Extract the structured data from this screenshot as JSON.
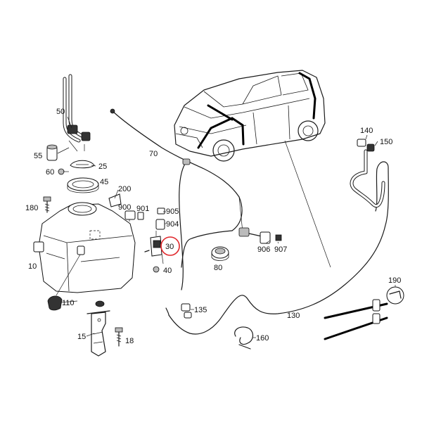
{
  "labels": {
    "p10": "10",
    "p15": "15",
    "p18": "18",
    "p25": "25",
    "p30": "30",
    "p40": "40",
    "p45": "45",
    "p50": "50",
    "p55": "55",
    "p60": "60",
    "p70": "70",
    "p80": "80",
    "p110": "110",
    "p130": "130",
    "p135": "135",
    "p140": "140",
    "p150": "150",
    "p160": "160",
    "p180": "180",
    "p190": "190",
    "p200": "200",
    "p900": "900",
    "p901": "901",
    "p904": "904",
    "p905": "905",
    "p906": "906",
    "p907": "907"
  },
  "highlight": {
    "part": "30",
    "color": "#e0262a"
  }
}
